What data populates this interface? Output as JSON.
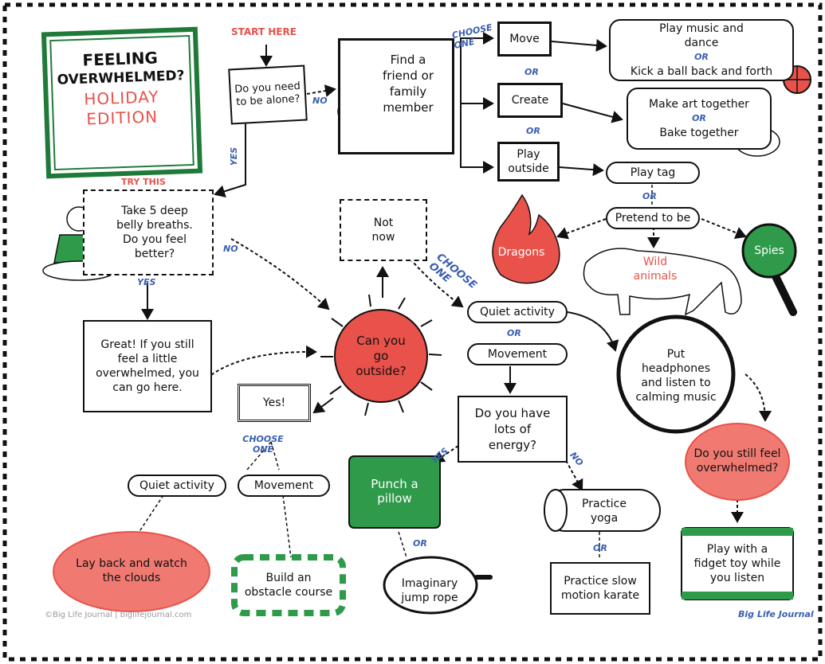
{
  "title": {
    "line1": "FEELING",
    "line2": "OVERWHELMED?",
    "line3": "HOLIDAY",
    "line4": "EDITION"
  },
  "labels": {
    "start_here": "START HERE",
    "try_this": "TRY THIS",
    "choose_one": "CHOOSE ONE",
    "yes": "YES",
    "no": "NO",
    "or": "OR"
  },
  "nodes": {
    "need_alone": "Do you need to be alone?",
    "find_friend": "Find a friend or family member",
    "move": "Move",
    "create": "Create",
    "play_outside": "Play outside",
    "play_music": "Play music and dance",
    "kick_ball": "Kick a ball back and forth",
    "make_art": "Make art together",
    "bake": "Bake together",
    "play_tag": "Play tag",
    "pretend": "Pretend to be",
    "dragons": "Dragons",
    "wild_animals": "Wild animals",
    "spies": "Spies",
    "breaths": "Take 5 deep belly breaths. Do you feel better?",
    "not_now": "Not now",
    "great": "Great! If you still feel a little overwhelmed, you can go here.",
    "go_outside": "Can you go outside?",
    "quiet_activity_right": "Quiet activity",
    "movement_right": "Movement",
    "headphones": "Put headphones and listen to calming music",
    "lots_energy": "Do you have lots of energy?",
    "yes_box": "Yes!",
    "quiet_activity_left": "Quiet activity",
    "movement_left": "Movement",
    "clouds": "Lay back and watch the clouds",
    "obstacle": "Build an obstacle course",
    "punch_pillow": "Punch a pillow",
    "jump_rope": "Imaginary jump rope",
    "yoga": "Practice yoga",
    "karate": "Practice slow motion karate",
    "still_overwhelmed": "Do you still feel overwhelmed?",
    "fidget": "Play with a fidget toy while you listen"
  },
  "footer": {
    "copyright": "©Big Life Journal | biglifejournal.com",
    "brand": "Big Life Journal"
  },
  "colors": {
    "red": "#e8524a",
    "green": "#2e9a4a",
    "blue": "#3a5fb0"
  }
}
